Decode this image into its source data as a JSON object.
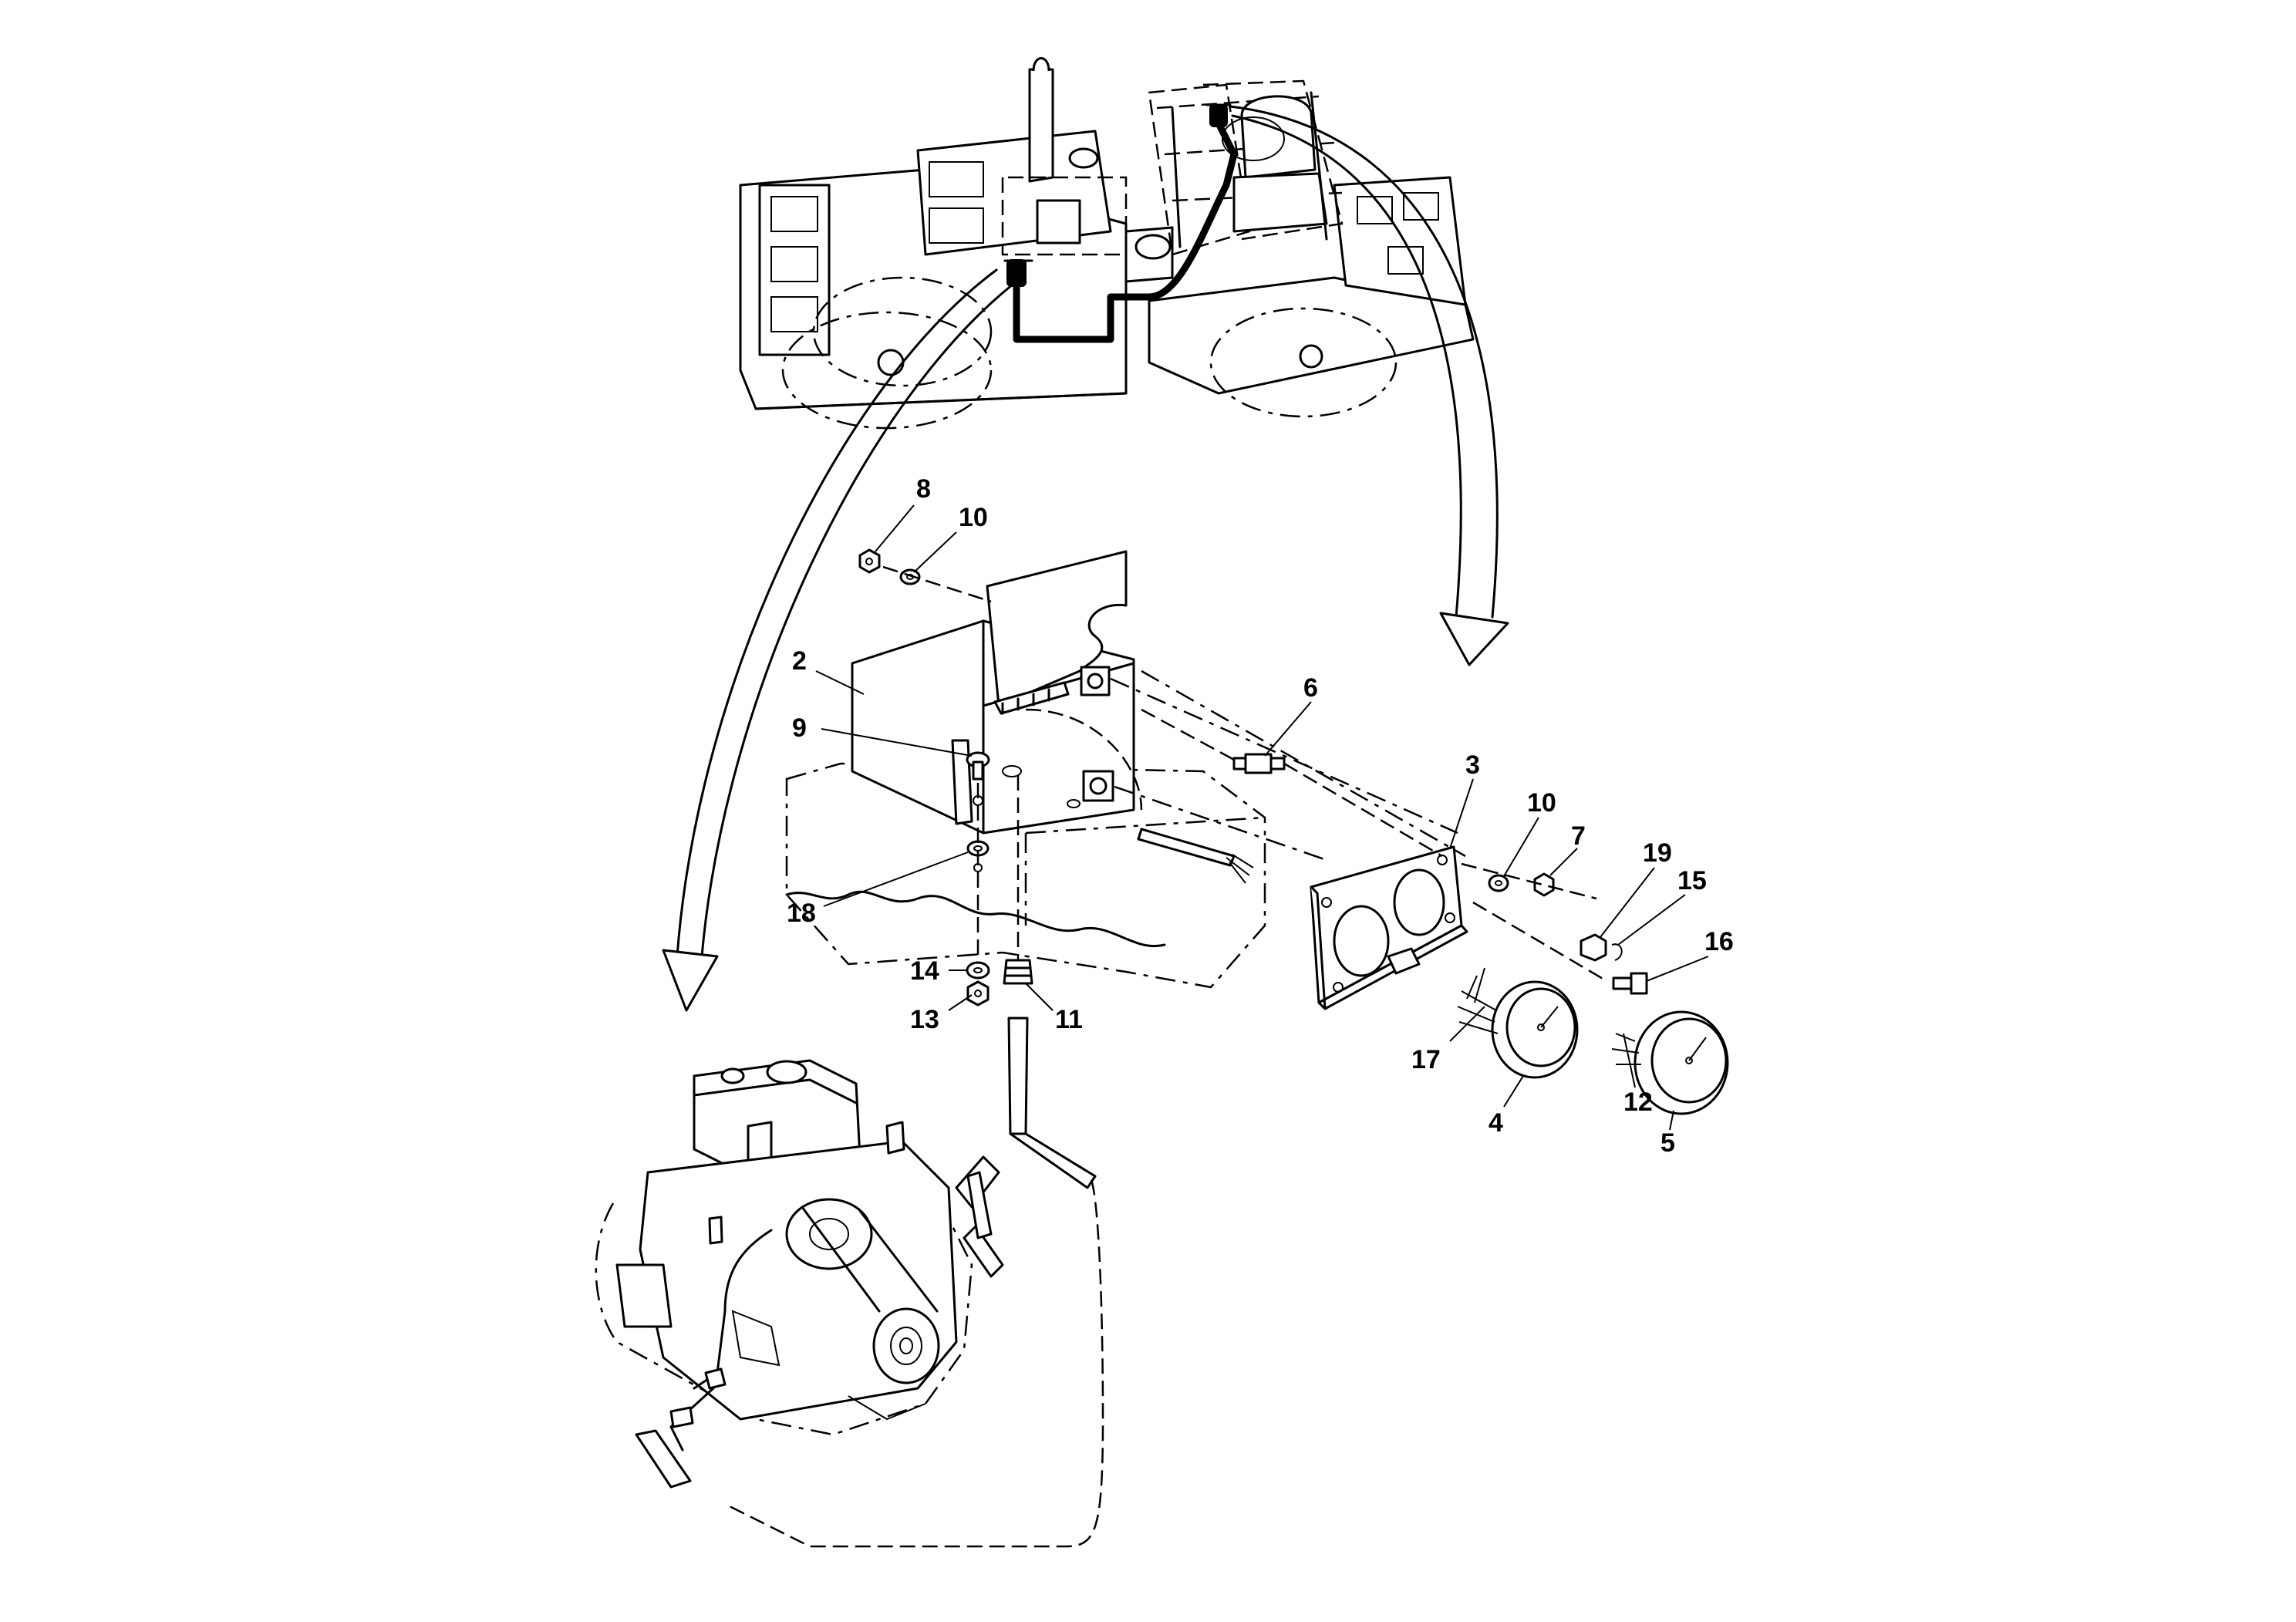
{
  "callouts": [
    {
      "id": "c8",
      "label": "8"
    },
    {
      "id": "c10a",
      "label": "10"
    },
    {
      "id": "c2",
      "label": "2"
    },
    {
      "id": "c9",
      "label": "9"
    },
    {
      "id": "c6",
      "label": "6"
    },
    {
      "id": "c3",
      "label": "3"
    },
    {
      "id": "c10b",
      "label": "10"
    },
    {
      "id": "c7",
      "label": "7"
    },
    {
      "id": "c19",
      "label": "19"
    },
    {
      "id": "c15",
      "label": "15"
    },
    {
      "id": "c16",
      "label": "16"
    },
    {
      "id": "c18",
      "label": "18"
    },
    {
      "id": "c14",
      "label": "14"
    },
    {
      "id": "c11",
      "label": "11"
    },
    {
      "id": "c13",
      "label": "13"
    },
    {
      "id": "c17",
      "label": "17"
    },
    {
      "id": "c4",
      "label": "4"
    },
    {
      "id": "c12",
      "label": "12"
    },
    {
      "id": "c5",
      "label": "5"
    }
  ]
}
